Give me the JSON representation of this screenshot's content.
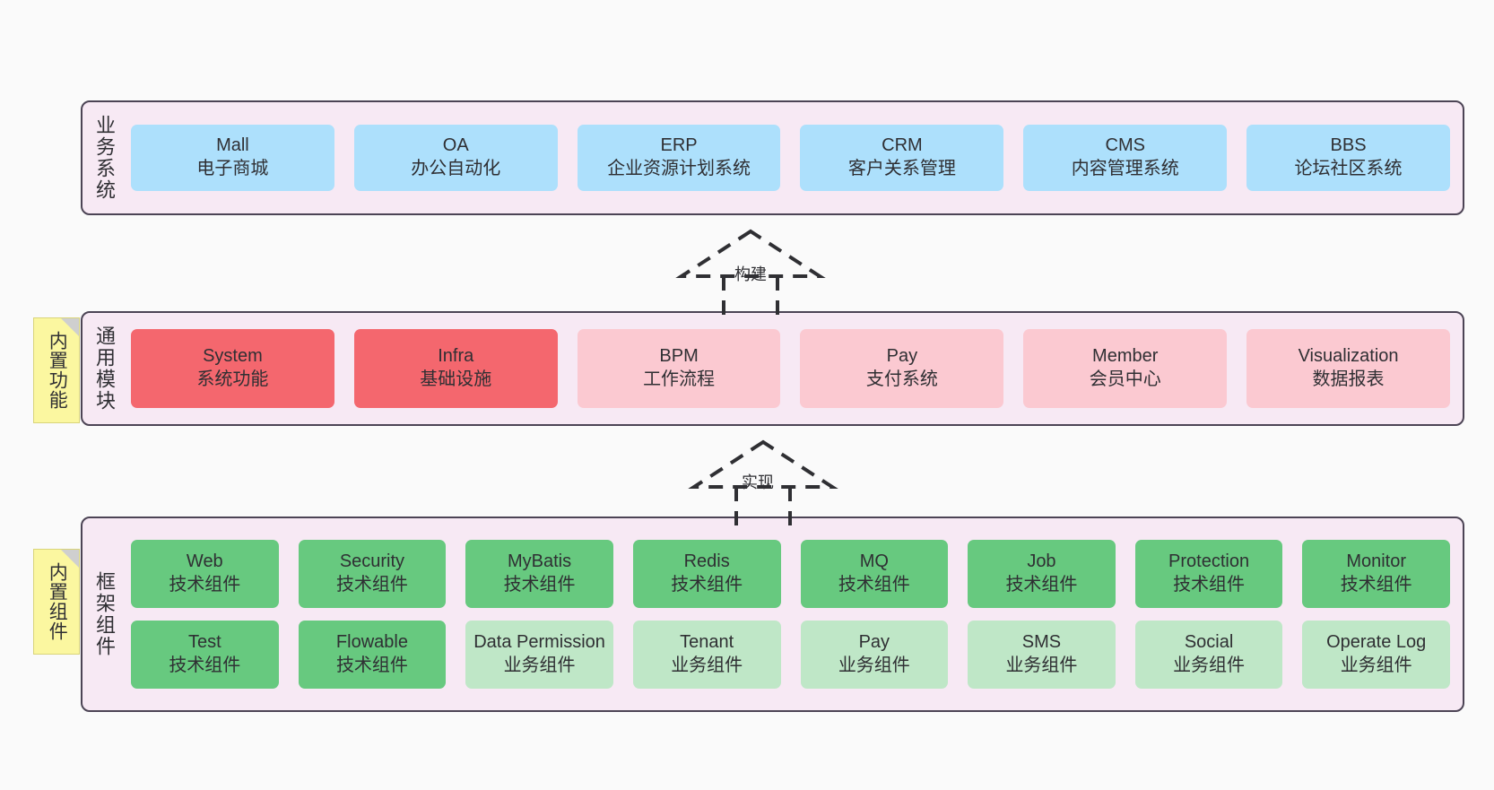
{
  "diagram": {
    "background_color": "#fafafa",
    "panel_color": "#f7e9f4",
    "panel_border_color": "#4c4455",
    "note_color": "#fbf7a0",
    "colors": {
      "business": "#ade0fc",
      "module_active": "#f4676e",
      "module_planned": "#fbc9d1",
      "tech_component": "#67c97f",
      "biz_component": "#bfe7c7"
    }
  },
  "layers": {
    "business": {
      "title": "业务系统",
      "rows": [
        [
          {
            "name": "Mall",
            "desc": "电子商城",
            "color": "blue"
          },
          {
            "name": "OA",
            "desc": "办公自动化",
            "color": "blue"
          },
          {
            "name": "ERP",
            "desc": "企业资源计划系统",
            "color": "blue"
          },
          {
            "name": "CRM",
            "desc": "客户关系管理",
            "color": "blue"
          },
          {
            "name": "CMS",
            "desc": "内容管理系统",
            "color": "blue"
          },
          {
            "name": "BBS",
            "desc": "论坛社区系统",
            "color": "blue"
          }
        ]
      ]
    },
    "common": {
      "title": "通用模块",
      "note": "内置功能",
      "rows": [
        [
          {
            "name": "System",
            "desc": "系统功能",
            "color": "red"
          },
          {
            "name": "Infra",
            "desc": "基础设施",
            "color": "red"
          },
          {
            "name": "BPM",
            "desc": "工作流程",
            "color": "pink"
          },
          {
            "name": "Pay",
            "desc": "支付系统",
            "color": "pink"
          },
          {
            "name": "Member",
            "desc": "会员中心",
            "color": "pink"
          },
          {
            "name": "Visualization",
            "desc": "数据报表",
            "color": "pink"
          }
        ]
      ]
    },
    "framework": {
      "title": "框架组件",
      "note": "内置组件",
      "rows": [
        [
          {
            "name": "Web",
            "desc": "技术组件",
            "color": "green"
          },
          {
            "name": "Security",
            "desc": "技术组件",
            "color": "green"
          },
          {
            "name": "MyBatis",
            "desc": "技术组件",
            "color": "green"
          },
          {
            "name": "Redis",
            "desc": "技术组件",
            "color": "green"
          },
          {
            "name": "MQ",
            "desc": "技术组件",
            "color": "green"
          },
          {
            "name": "Job",
            "desc": "技术组件",
            "color": "green"
          },
          {
            "name": "Protection",
            "desc": "技术组件",
            "color": "green"
          },
          {
            "name": "Monitor",
            "desc": "技术组件",
            "color": "green"
          }
        ],
        [
          {
            "name": "Test",
            "desc": "技术组件",
            "color": "green"
          },
          {
            "name": "Flowable",
            "desc": "技术组件",
            "color": "green"
          },
          {
            "name": "Data Permission",
            "desc": "业务组件",
            "color": "green-light"
          },
          {
            "name": "Tenant",
            "desc": "业务组件",
            "color": "green-light"
          },
          {
            "name": "Pay",
            "desc": "业务组件",
            "color": "green-light"
          },
          {
            "name": "SMS",
            "desc": "业务组件",
            "color": "green-light"
          },
          {
            "name": "Social",
            "desc": "业务组件",
            "color": "green-light"
          },
          {
            "name": "Operate Log",
            "desc": "业务组件",
            "color": "green-light"
          }
        ]
      ]
    }
  },
  "connectors": [
    {
      "id": "build",
      "label": "构建",
      "style": "dashed-generalization",
      "direction": "up"
    },
    {
      "id": "impl",
      "label": "实现",
      "style": "dashed-generalization",
      "direction": "up"
    }
  ]
}
